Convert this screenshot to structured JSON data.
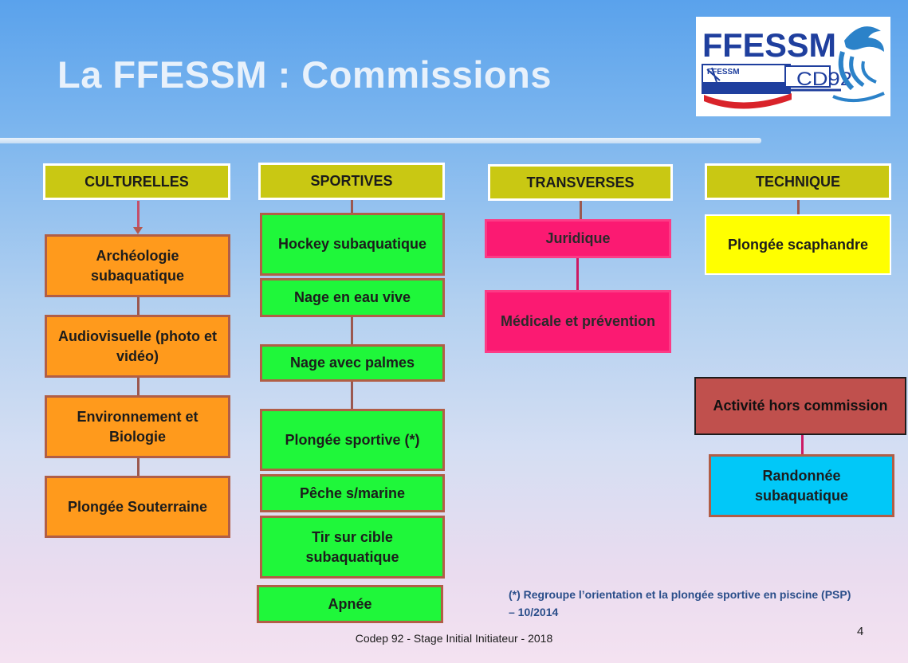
{
  "slide": {
    "title": "La FFESSM : Commissions",
    "logo": {
      "main_text": "FFESSM",
      "sub_text": "CD92",
      "small_text": "FFESSM"
    },
    "footer": "Codep 92 - Stage Initial Initiateur - 2018",
    "page_number": "4",
    "note": "(*) Regroupe l’orientation et la plongée sportive en piscine (PSP) – 10/2014"
  },
  "columns": {
    "culturelles": {
      "header": "CULTURELLES",
      "items": [
        "Archéologie subaquatique",
        "Audiovisuelle (photo et vidéo)",
        "Environnement et Biologie",
        "Plongée Souterraine"
      ]
    },
    "sportives": {
      "header": "SPORTIVES",
      "items": [
        "Hockey subaquatique",
        "Nage en eau vive",
        "Nage avec palmes",
        "Plongée sportive (*)",
        "Pêche s/marine",
        "Tir sur cible subaquatique",
        "Apnée"
      ]
    },
    "transverses": {
      "header": "TRANSVERSES",
      "items": [
        "Juridique",
        "Médicale et prévention"
      ]
    },
    "technique": {
      "header": "TECHNIQUE",
      "items": [
        "Plongée scaphandre"
      ]
    },
    "hors_commission": {
      "header": "Activité hors commission",
      "items": [
        "Randonnée subaquatique"
      ]
    }
  },
  "colors": {
    "header_fill": "#c9c813",
    "culturelles_fill": "#ff9a1c",
    "sportives_fill": "#1ff73a",
    "transverses_fill": "#fb1a72",
    "technique_fill": "#ffff00",
    "hors_commission_fill": "#c0504d",
    "randonnee_fill": "#01c8f8",
    "logo_blue": "#1f3f9e"
  }
}
